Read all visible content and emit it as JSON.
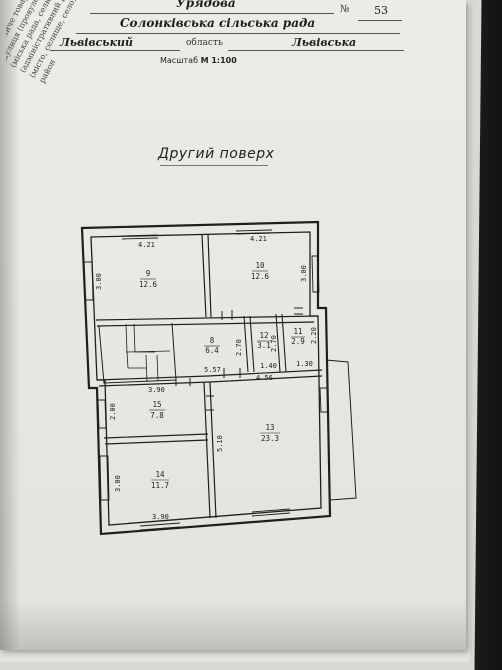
{
  "header": {
    "street_value": "Урядова",
    "no_label": "№",
    "no_value": "53",
    "council_value": "Солонківська сільська рада",
    "district_value": "Львівський",
    "oblast_label": "область",
    "oblast_value": "Львівська",
    "scale_label": "Масштаб",
    "scale_value": "М 1:100",
    "margin_lines": [
      "Садівниче товариство",
      "(вулиця (провулок, площа)",
      "(міська рада, селищна рада)",
      "(адміністративний район)",
      "(місто, селище, село)",
      "район"
    ]
  },
  "plan": {
    "title": "Другий поверх",
    "rooms": [
      {
        "no": "9",
        "area": "12.6"
      },
      {
        "no": "10",
        "area": "12.6"
      },
      {
        "no": "8",
        "area": "6.4"
      },
      {
        "no": "12",
        "area": "3.1"
      },
      {
        "no": "11",
        "area": "2.9"
      },
      {
        "no": "15",
        "area": "7.8"
      },
      {
        "no": "13",
        "area": "23.3"
      },
      {
        "no": "14",
        "area": "11.7"
      }
    ],
    "dimensions": {
      "d_421_left": "4.21",
      "d_421_right": "4.21",
      "d_300_left": "3.00",
      "d_300_right": "3.00",
      "d_270_a": "2.70",
      "d_270_b": "2.70",
      "d_220": "2.20",
      "d_140": "1.40",
      "d_130": "1.30",
      "d_557": "5.57",
      "d_390_top": "3.90",
      "d_456": "4.56",
      "d_200": "2.00",
      "d_510": "5.10",
      "d_300_bottom": "3.00",
      "d_390_bottom": "3.90"
    }
  }
}
